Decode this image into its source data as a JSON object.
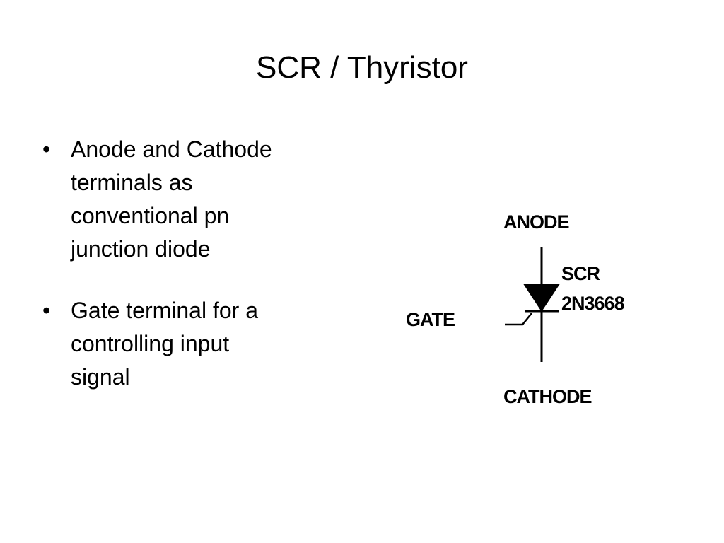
{
  "slide": {
    "title": "SCR / Thyristor",
    "bullets": [
      {
        "lines": [
          "Anode and Cathode",
          "terminals as",
          "conventional pn",
          "junction diode"
        ]
      },
      {
        "lines": [
          "Gate terminal for a",
          "controlling input",
          "signal"
        ]
      }
    ],
    "bullet_glyph": "•"
  },
  "diagram": {
    "labels": {
      "anode": "ANODE",
      "device_type": "SCR",
      "part_number": "2N3668",
      "gate": "GATE",
      "cathode": "CATHODE"
    },
    "stroke_color": "#000000"
  }
}
